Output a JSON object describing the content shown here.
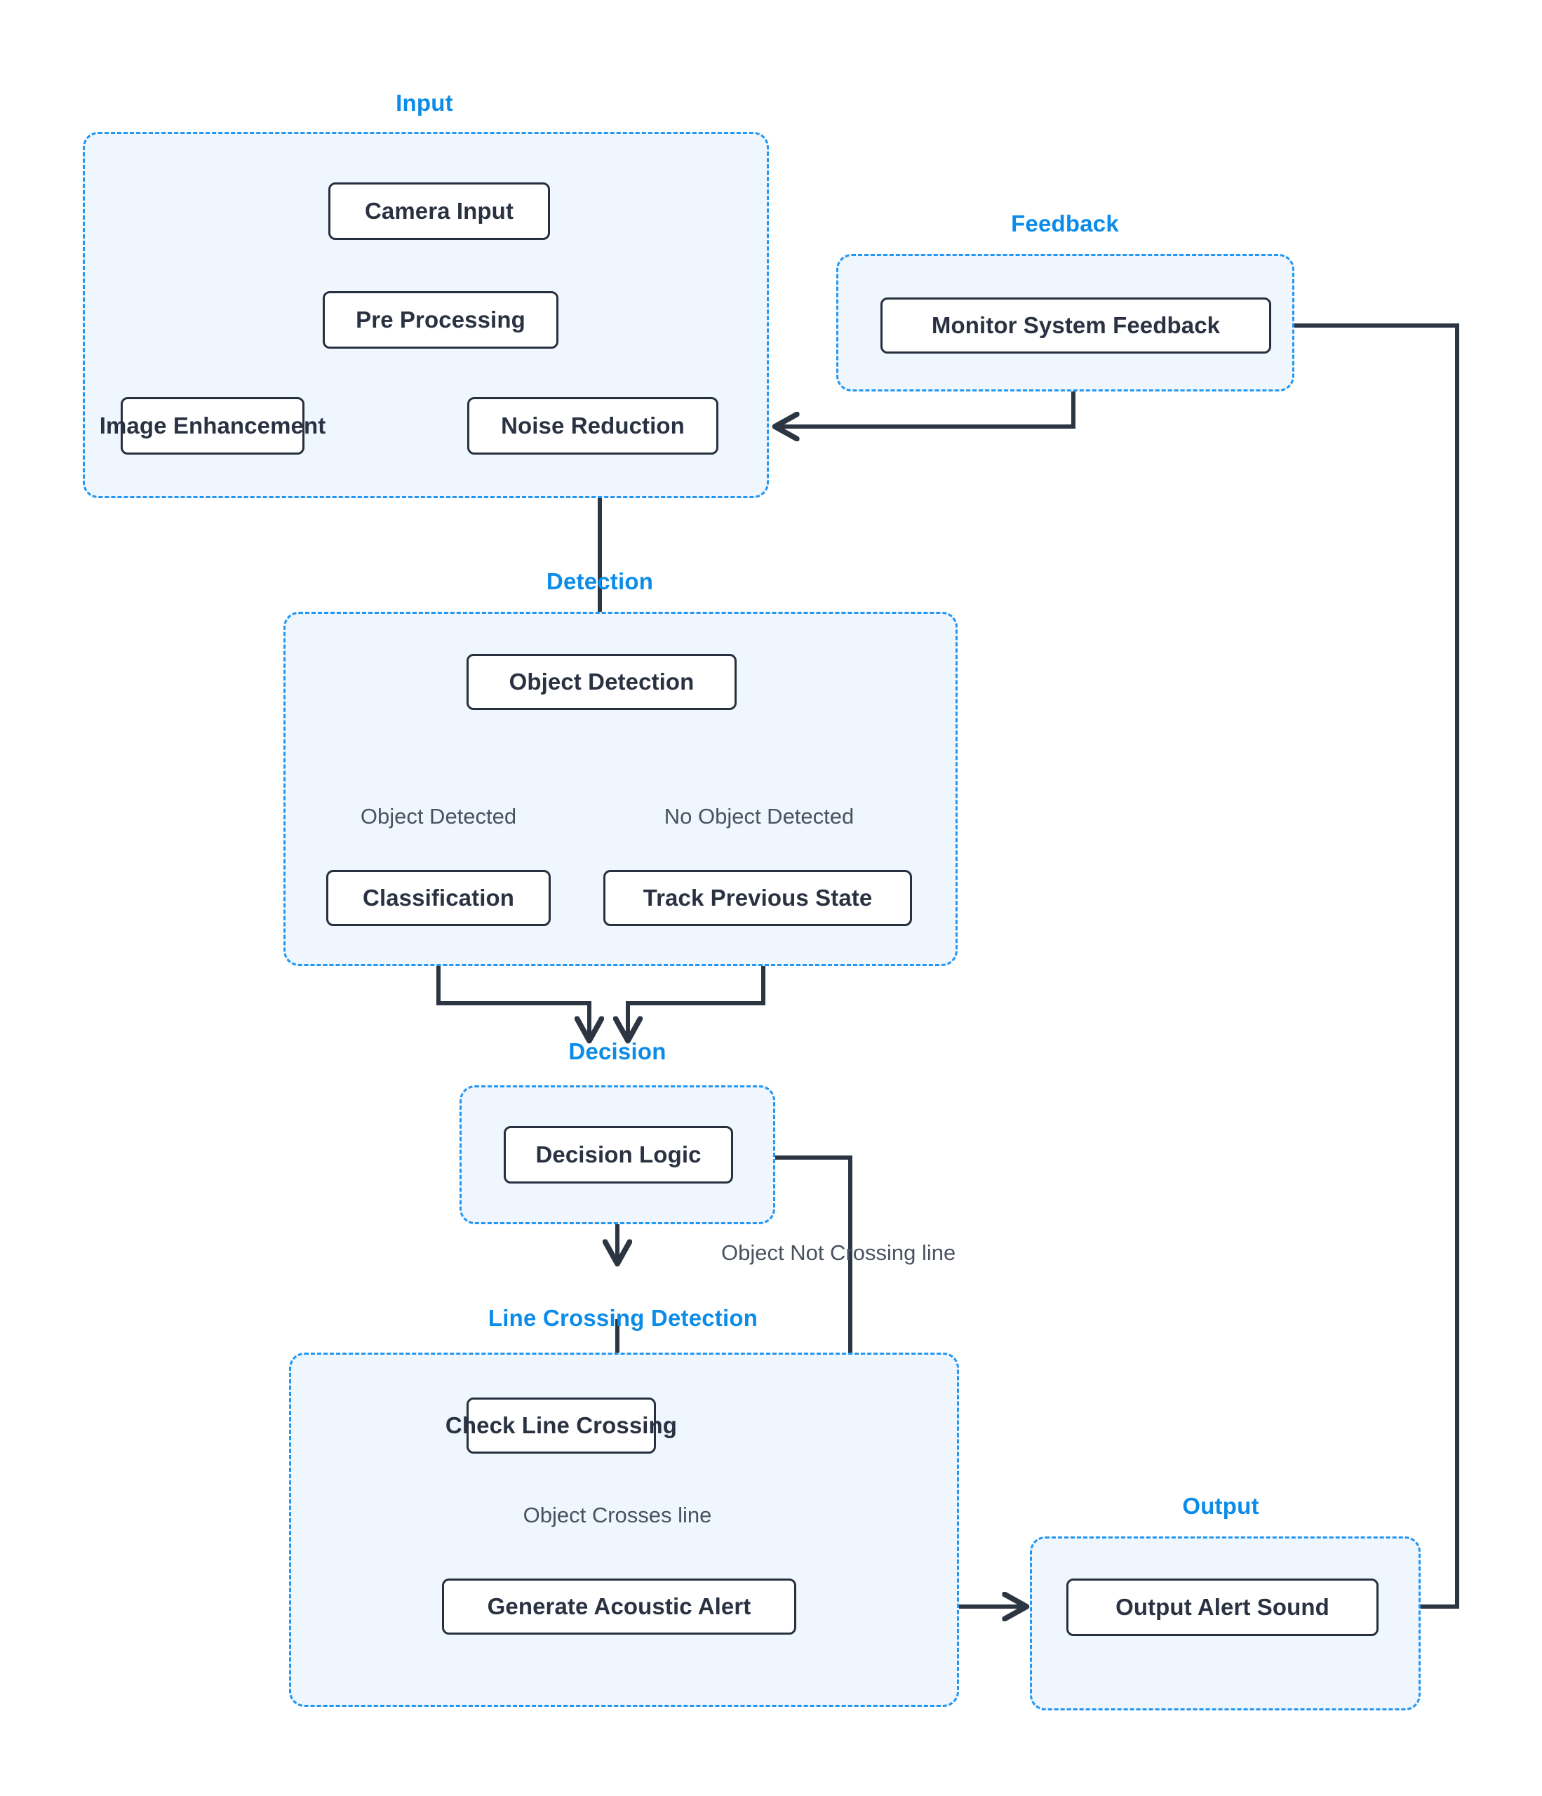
{
  "diagram": {
    "title": "Acoustic Line-Crossing Detection Pipeline",
    "background": "#ffffff",
    "cluster_fill": "#eff6fd",
    "cluster_border": "#2196f3",
    "cluster_title_color": "#0c8ce9",
    "node_border": "#26303e",
    "node_fill": "#ffffff",
    "node_text": "#2a3242",
    "edge_color": "#2c3542",
    "edge_label_color": "#4a5260"
  },
  "clusters": [
    {
      "id": "input",
      "title": "Input"
    },
    {
      "id": "feedback",
      "title": "Feedback"
    },
    {
      "id": "detection",
      "title": "Detection"
    },
    {
      "id": "decision",
      "title": "Decision"
    },
    {
      "id": "line_crossing",
      "title": "Line Crossing Detection"
    },
    {
      "id": "output",
      "title": "Output"
    }
  ],
  "nodes": [
    {
      "id": "camera_input",
      "label": "Camera Input",
      "cluster": "input"
    },
    {
      "id": "pre_processing",
      "label": "Pre Processing",
      "cluster": "input"
    },
    {
      "id": "image_enhancement",
      "label": "Image Enhancement",
      "cluster": "input"
    },
    {
      "id": "noise_reduction",
      "label": "Noise Reduction",
      "cluster": "input"
    },
    {
      "id": "monitor_system_feedback",
      "label": "Monitor System Feedback",
      "cluster": "feedback"
    },
    {
      "id": "object_detection",
      "label": "Object Detection",
      "cluster": "detection"
    },
    {
      "id": "classification",
      "label": "Classification",
      "cluster": "detection"
    },
    {
      "id": "track_previous_state",
      "label": "Track Previous State",
      "cluster": "detection"
    },
    {
      "id": "decision_logic",
      "label": "Decision Logic",
      "cluster": "decision"
    },
    {
      "id": "check_line_crossing",
      "label": "Check Line Crossing",
      "cluster": "line_crossing"
    },
    {
      "id": "generate_acoustic_alert",
      "label": "Generate Acoustic Alert",
      "cluster": "line_crossing"
    },
    {
      "id": "output_alert_sound",
      "label": "Output Alert Sound",
      "cluster": "output"
    }
  ],
  "edge_labels": [
    {
      "id": "object_detected",
      "text": "Object Detected"
    },
    {
      "id": "no_object_detected",
      "text": "No Object Detected"
    },
    {
      "id": "object_not_crossing_line",
      "text": "Object Not Crossing line"
    },
    {
      "id": "object_crosses_line",
      "text": "Object Crosses line"
    }
  ],
  "edges": [
    {
      "from": "camera_input",
      "to": "pre_processing",
      "label": ""
    },
    {
      "from": "pre_processing",
      "to": "image_enhancement",
      "label": ""
    },
    {
      "from": "pre_processing",
      "to": "noise_reduction",
      "label": ""
    },
    {
      "from": "input",
      "to": "object_detection",
      "label": ""
    },
    {
      "from": "object_detection",
      "to": "classification",
      "label": "Object Detected"
    },
    {
      "from": "object_detection",
      "to": "track_previous_state",
      "label": "No Object Detected"
    },
    {
      "from": "classification",
      "to": "decision_logic",
      "label": ""
    },
    {
      "from": "track_previous_state",
      "to": "decision_logic",
      "label": ""
    },
    {
      "from": "decision_logic",
      "to": "check_line_crossing",
      "label": ""
    },
    {
      "from": "check_line_crossing",
      "to": "decision_logic",
      "label": "Object Not Crossing line"
    },
    {
      "from": "check_line_crossing",
      "to": "generate_acoustic_alert",
      "label": "Object Crosses line"
    },
    {
      "from": "generate_acoustic_alert",
      "to": "output_alert_sound",
      "label": ""
    },
    {
      "from": "output_alert_sound",
      "to": "monitor_system_feedback",
      "label": ""
    },
    {
      "from": "monitor_system_feedback",
      "to": "noise_reduction",
      "label": ""
    }
  ]
}
